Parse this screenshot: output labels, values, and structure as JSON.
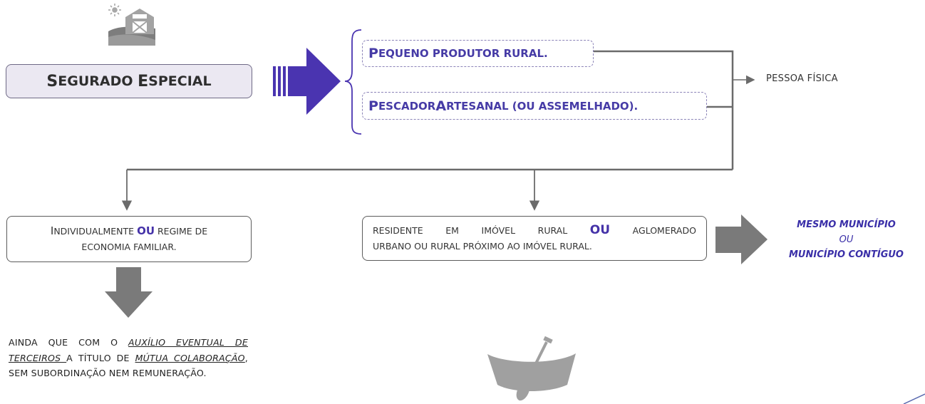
{
  "main": {
    "title_initial_1": "S",
    "title_rest_1": "EGURADO",
    "title_initial_2": "E",
    "title_rest_2": "SPECIAL"
  },
  "options": [
    {
      "initial": "P",
      "rest": "EQUENO PRODUTOR RURAL."
    },
    {
      "initial": "P",
      "rest": "ESCADOR ",
      "initial_b": "A",
      "rest_b": "RTESANAL (OU ASSEMELHADO)."
    }
  ],
  "result": {
    "label": "PESSOA FÍSICA"
  },
  "individual": {
    "initial": "I",
    "word_rest": "NDIVIDUALMENTE",
    "connector": "OU",
    "after": "REGIME DE",
    "line2": "ECONOMIA FAMILIAR."
  },
  "residence": {
    "w1": "RESIDENTE",
    "w2": "EM",
    "w3": "IMÓVEL",
    "w4": "RURAL",
    "connector": "OU",
    "w5": "AGLOMERADO",
    "line2": "URBANO OU RURAL PRÓXIMO AO IMÓVEL RURAL."
  },
  "municipality": {
    "line1": "MESMO MUNICÍPIO",
    "line2": "OU",
    "line3": "MUNICÍPIO CONTÍGUO"
  },
  "note": {
    "t1": "AINDA QUE COM O ",
    "u1": "AUXÍLIO EVENTUAL DE TERCEIROS ",
    "t2": "A TÍTULO DE ",
    "u2": "MÚTUA COLABORAÇÃO",
    "t3": ", SEM SUBORDINAÇÃO NEM REMUNERAÇÃO."
  },
  "icons": [
    "farm-barn-icon",
    "canoe-paddle-icon"
  ],
  "colors": {
    "accent_purple": "#4532a8",
    "arrow_purple": "#4a34b0",
    "connector_gray": "#6b6b6b",
    "box_fill": "#ebe8f2"
  }
}
